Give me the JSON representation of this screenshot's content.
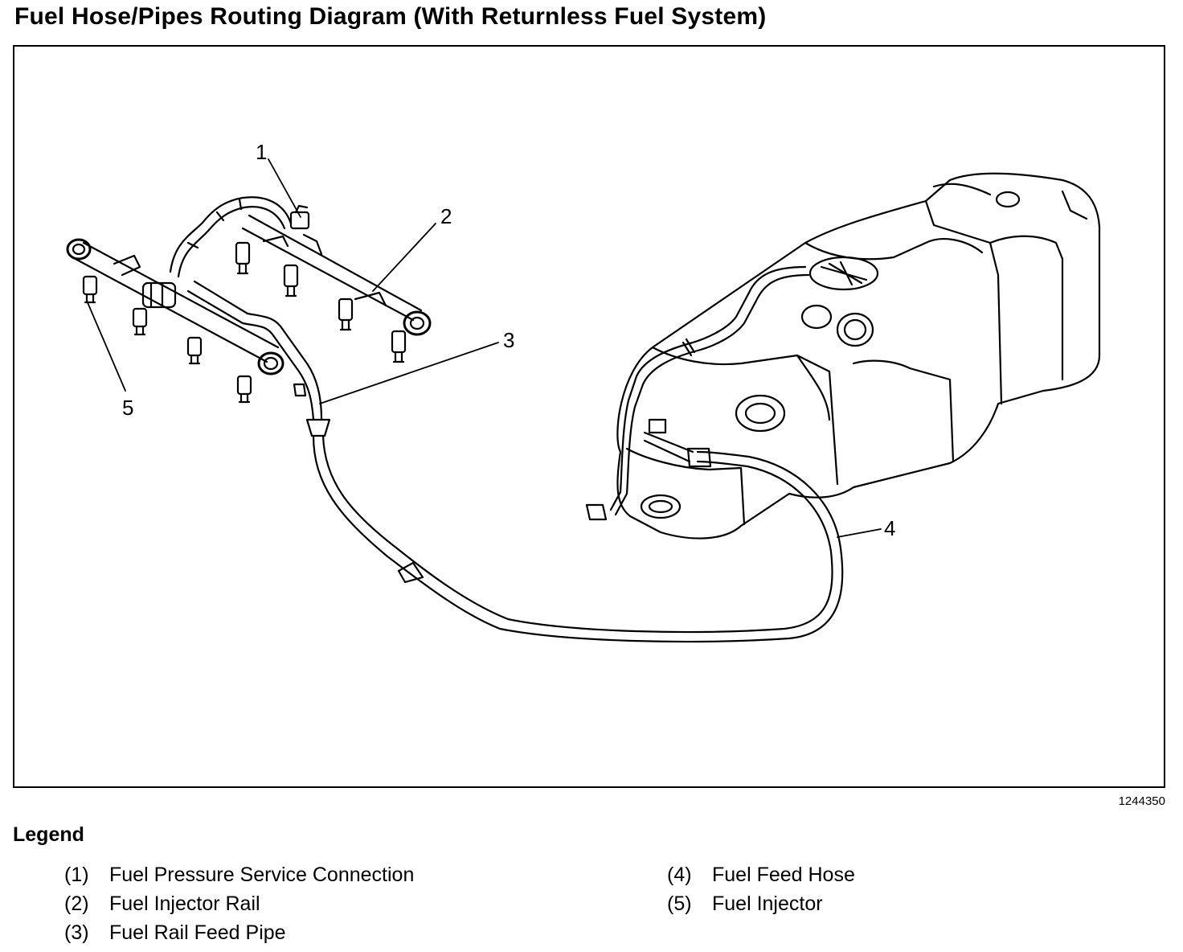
{
  "title": "Fuel Hose/Pipes Routing Diagram (With Returnless Fuel System)",
  "figure_id": "1244350",
  "callouts": {
    "c1": "1",
    "c2": "2",
    "c3": "3",
    "c4": "4",
    "c5": "5"
  },
  "legend": {
    "heading": "Legend",
    "items": [
      {
        "num": "(1)",
        "label": "Fuel Pressure Service Connection"
      },
      {
        "num": "(2)",
        "label": "Fuel Injector Rail"
      },
      {
        "num": "(3)",
        "label": "Fuel Rail Feed Pipe"
      },
      {
        "num": "(4)",
        "label": "Fuel Feed Hose"
      },
      {
        "num": "(5)",
        "label": "Fuel Injector"
      }
    ]
  }
}
